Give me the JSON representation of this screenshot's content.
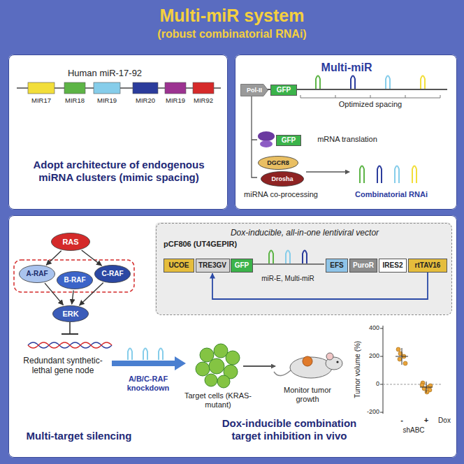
{
  "diagram": {
    "title": "Multi-miR system",
    "nodes": [
      {
        "text": [
          "Adopt architecture of endogenous miRNA clusters (mimic spacing)"
        ]
      },
      {
        "text": [
          "Multi-miR"
        ]
      },
      {
        "text": [
          "Pol-II"
        ],
        "in": 1
      },
      {
        "text": [
          "GFP"
        ],
        "in": 1
      },
      {
        "text": [
          "GFP"
        ],
        "in": 1
      },
      {
        "text": [
          "DGCR8"
        ],
        "in": 1
      },
      {
        "text": [
          "Drosha"
        ],
        "in": 1
      },
      {
        "text": [
          "Multi-target silencing",
          "Dox-inducible combination target inhibition in vivo"
        ]
      },
      {
        "text": [
          "RAS"
        ],
        "in": 7
      },
      {
        "text": [
          "A-RAF"
        ],
        "in": 7
      },
      {
        "text": [
          "B-RAF"
        ],
        "in": 7
      },
      {
        "text": [
          "C-RAF"
        ],
        "in": 7
      },
      {
        "text": [
          "ERK"
        ],
        "in": 7
      },
      {
        "text": [
          "Dox-inducible, all-in-one lentiviral vector"
        ],
        "in": 7
      },
      {
        "text": [
          "UCOE"
        ],
        "in": 13
      },
      {
        "text": [
          "TRE3GV"
        ],
        "in": 13
      },
      {
        "text": [
          "GFP"
        ],
        "in": 13
      },
      {
        "text": [
          "EFS"
        ],
        "in": 13
      },
      {
        "text": [
          "PuroR"
        ],
        "in": 13
      },
      {
        "text": [
          "IRES2"
        ],
        "in": 13
      },
      {
        "text": [
          "rtTAV16"
        ],
        "in": 13
      }
    ],
    "edges": [
      {
        "from": 8,
        "to": 9,
        "arrow": "to"
      },
      {
        "from": 8,
        "to": 11,
        "arrow": "to"
      },
      {
        "from": 9,
        "to": 12,
        "arrow": "to"
      },
      {
        "from": 10,
        "to": 12,
        "arrow": "to"
      },
      {
        "from": 11,
        "to": 12,
        "arrow": "to"
      },
      {
        "from": 20,
        "to": 15,
        "arrow": "to"
      }
    ],
    "labels": [
      "(robust combinatorial RNAi)",
      "Human miR-17-92",
      "MIR17",
      "MIR18",
      "MIR19",
      "MIR20",
      "MIR19",
      "MIR92",
      "Optimized spacing",
      "mRNA translation",
      "miRNA co-processing",
      "Combinatorial RNAi",
      "pCF806 (UT4GEPIR)",
      "miR-E, Multi-miR",
      "Redundant synthetic-lethal gene node",
      "A/B/C-RAF knockdown",
      "Target cells (KRAS-mutant)",
      "Monitor tumor growth",
      "Tumor volume (%)",
      "400",
      "200",
      "0",
      "-200",
      "-",
      "+",
      "Dox",
      "shABC"
    ]
  }
}
